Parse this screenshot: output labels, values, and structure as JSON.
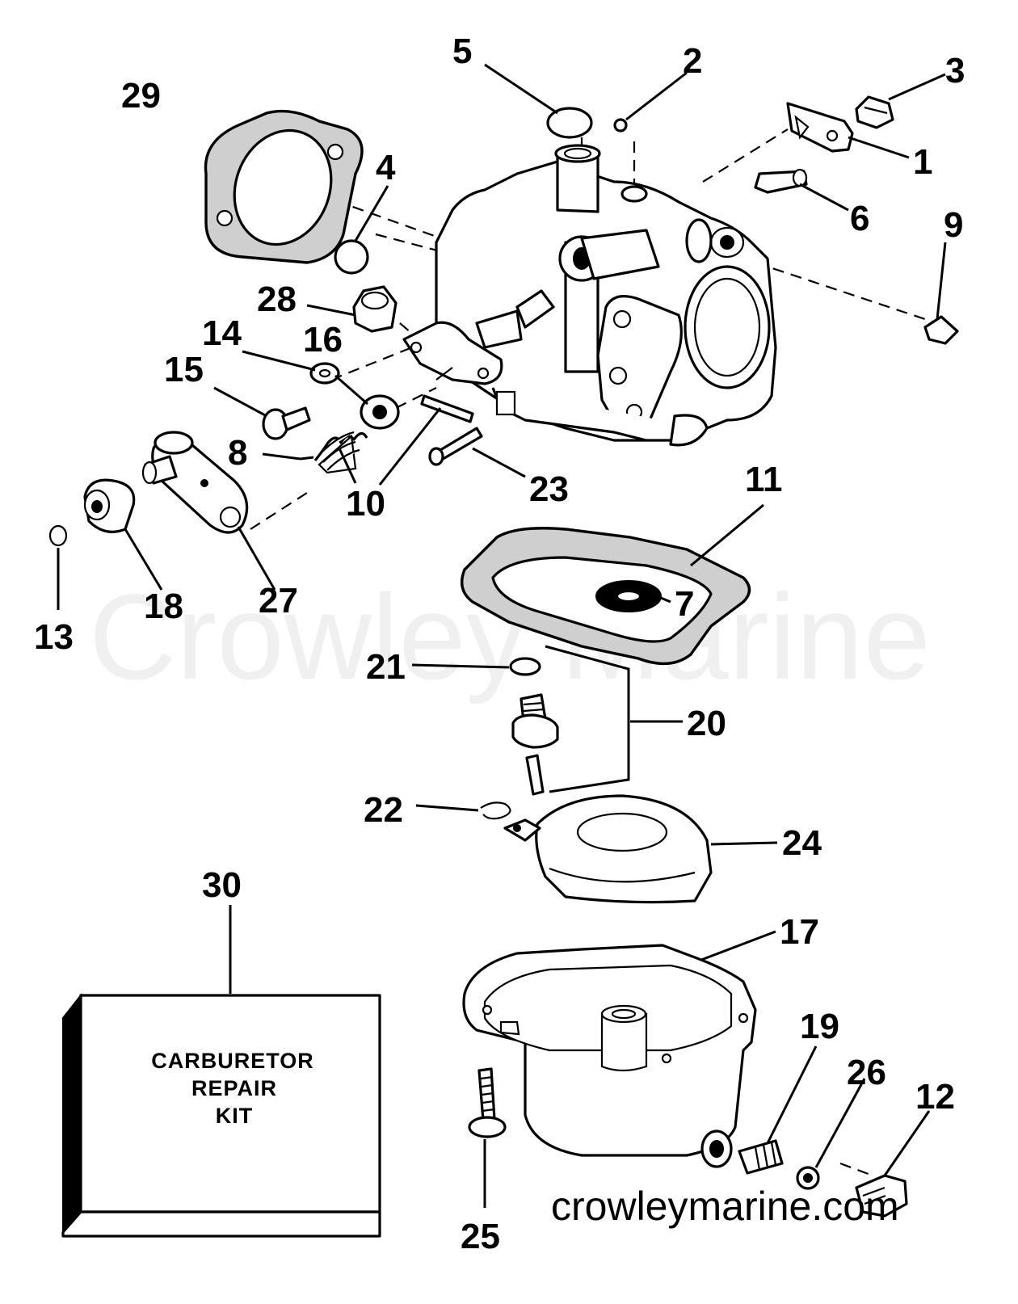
{
  "watermark": "Crowley Marine",
  "website": "crowleymarine.com",
  "repair_kit": {
    "line1": "CARBURETOR",
    "line2": "REPAIR",
    "line3": "KIT"
  },
  "callouts": {
    "c1": "1",
    "c2": "2",
    "c3": "3",
    "c4": "4",
    "c5": "5",
    "c6": "6",
    "c7": "7",
    "c8": "8",
    "c9": "9",
    "c10": "10",
    "c11": "11",
    "c12": "12",
    "c13": "13",
    "c14": "14",
    "c15": "15",
    "c16": "16",
    "c17": "17",
    "c18": "18",
    "c19": "19",
    "c20": "20",
    "c21": "21",
    "c22": "22",
    "c23": "23",
    "c24": "24",
    "c25": "25",
    "c26": "26",
    "c27": "27",
    "c28": "28",
    "c29": "29",
    "c30": "30"
  }
}
